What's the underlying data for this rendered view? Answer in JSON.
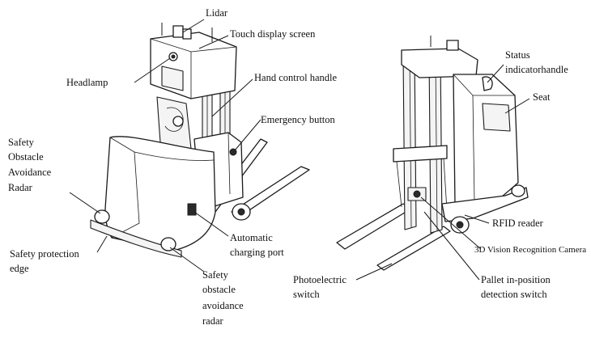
{
  "labels": {
    "lidar": "Lidar",
    "touch_display_screen": "Touch display screen",
    "headlamp": "Headlamp",
    "hand_control_handle": "Hand control handle",
    "emergency_button": "Emergency button",
    "safety_obstacle_avoidance_radar_left": [
      "Safety",
      "Obstacle",
      "Avoidance",
      "Radar"
    ],
    "safety_protection_edge": [
      "Safety   protection",
      "edge"
    ],
    "automatic_charging_port": [
      "Automatic",
      "charging port"
    ],
    "safety_obstacle_avoidance_radar_bottom": [
      "Safety",
      "obstacle",
      "avoidance",
      "radar"
    ],
    "status_indicator_handle": [
      "Status",
      "indicatorhandle"
    ],
    "seat": "Seat",
    "rfid_reader": "RFID reader",
    "vision_camera": "3D Vision Recognition Camera",
    "photoelectric_switch": [
      "Photoelectric",
      "switch"
    ],
    "pallet_detection_switch": [
      "Pallet in-position",
      "detection switch"
    ]
  }
}
